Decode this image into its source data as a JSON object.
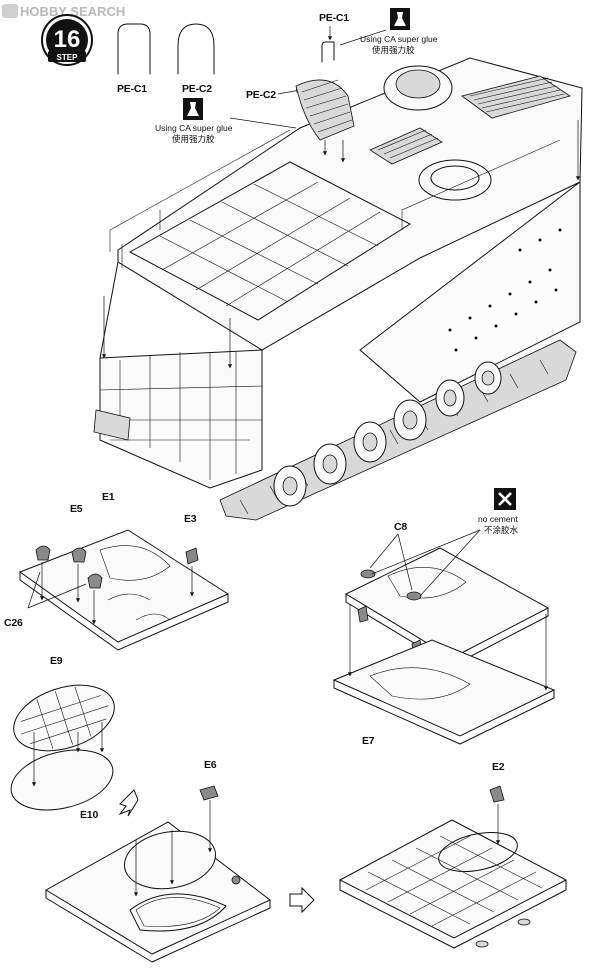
{
  "watermark": "HOBBY SEARCH",
  "step": {
    "number": "16",
    "label": "STEP"
  },
  "parts": {
    "pe_c1": "PE-C1",
    "pe_c2": "PE-C2",
    "e1": "E1",
    "e2": "E2",
    "e3": "E3",
    "e5": "E5",
    "e6": "E6",
    "e7": "E7",
    "e9": "E9",
    "e10": "E10",
    "c8": "C8",
    "c26": "C26"
  },
  "notes": {
    "glue_en": "Using CA super glue",
    "glue_cn": "使用强力胶",
    "no_cement_en": "no cement",
    "no_cement_cn": "不涂胶水"
  }
}
